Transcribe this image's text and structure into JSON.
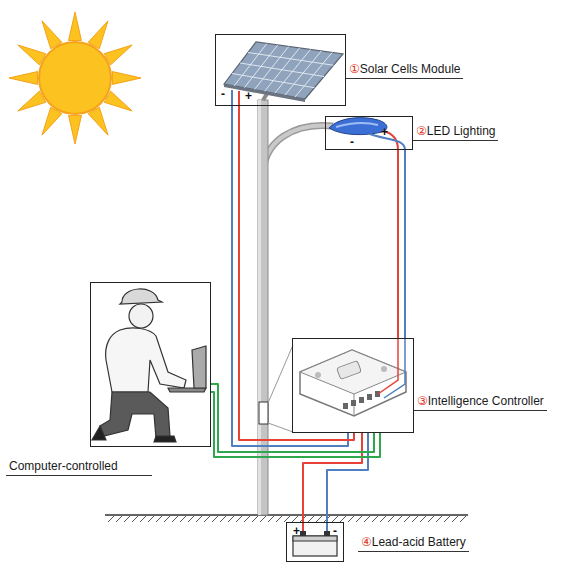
{
  "diagram": {
    "nodes": [
      {
        "text": [
          "①Solar Cells Module"
        ]
      },
      {
        "text": [
          "②LED Lighting"
        ]
      },
      {
        "text": [
          "③Intelligence Controller"
        ]
      },
      {
        "text": [
          "Computer-controlled"
        ]
      },
      {
        "text": [
          "④Lead-acid Battery"
        ]
      }
    ],
    "edges": [
      {
        "from": 0,
        "to": 2,
        "arrow": "none"
      },
      {
        "from": 1,
        "to": 2,
        "arrow": "none"
      },
      {
        "from": 4,
        "to": 2,
        "arrow": "none"
      },
      {
        "from": 3,
        "to": 2,
        "arrow": "none"
      }
    ],
    "labels": [
      "-",
      "+",
      "-",
      "+",
      "+",
      "-"
    ]
  }
}
